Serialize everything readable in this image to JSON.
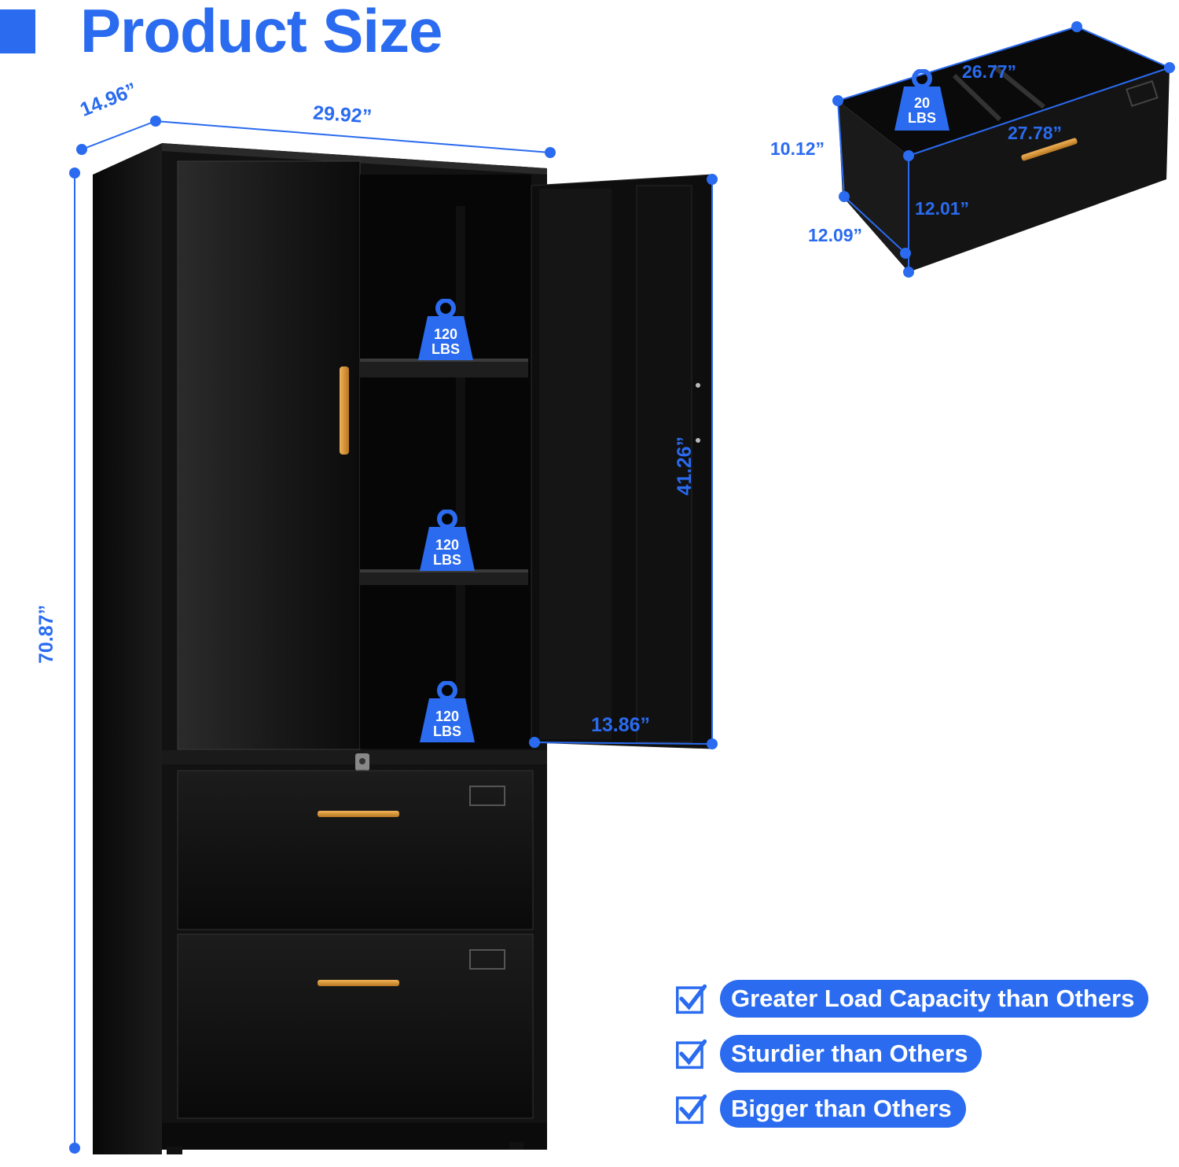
{
  "title": {
    "text": "Product Size",
    "color": "#2a6bf0"
  },
  "dimensions": {
    "depth": "14.96”",
    "width": "29.92”",
    "height": "70.87”",
    "door_height": "41.26”",
    "door_width": "13.86”",
    "drawer_inner_width": "26.77”",
    "drawer_outer_width": "27.78”",
    "drawer_depth": "10.12”",
    "drawer_front_height": "12.01”",
    "drawer_side_height": "12.09”"
  },
  "capacities": {
    "shelf_top": {
      "value": "120",
      "unit": "LBS"
    },
    "shelf_middle": {
      "value": "120",
      "unit": "LBS"
    },
    "shelf_bottom": {
      "value": "120",
      "unit": "LBS"
    },
    "drawer": {
      "value": "20",
      "unit": "LBS"
    }
  },
  "features": [
    {
      "label": "Greater Load Capacity than Others",
      "icon": "checkbox-check-icon"
    },
    {
      "label": "Sturdier than Others",
      "icon": "checkbox-check-icon"
    },
    {
      "label": "Bigger than Others",
      "icon": "checkbox-check-icon"
    }
  ],
  "colors": {
    "accent": "#2a6bf0",
    "cabinet": "#111111",
    "handle": "#d99a3c"
  }
}
